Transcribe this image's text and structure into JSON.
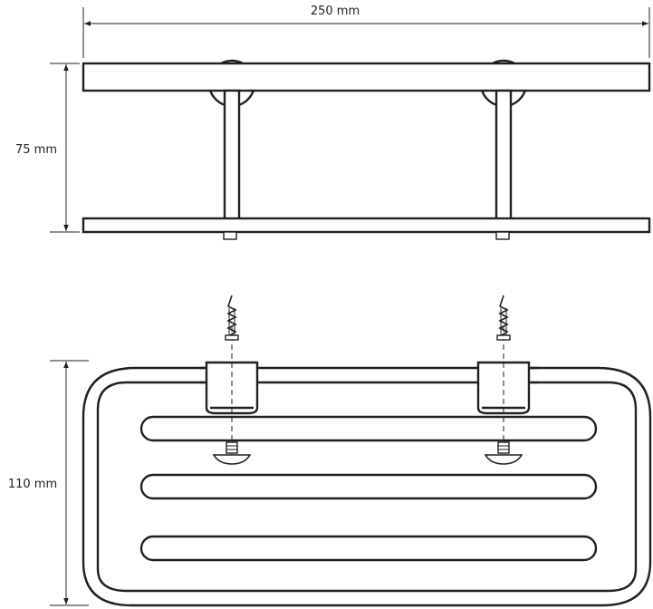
{
  "dimensions": {
    "width_label": "250 mm",
    "height_label": "75 mm",
    "depth_label": "110 mm"
  },
  "colors": {
    "line": "#231f20",
    "background": "#ffffff"
  }
}
